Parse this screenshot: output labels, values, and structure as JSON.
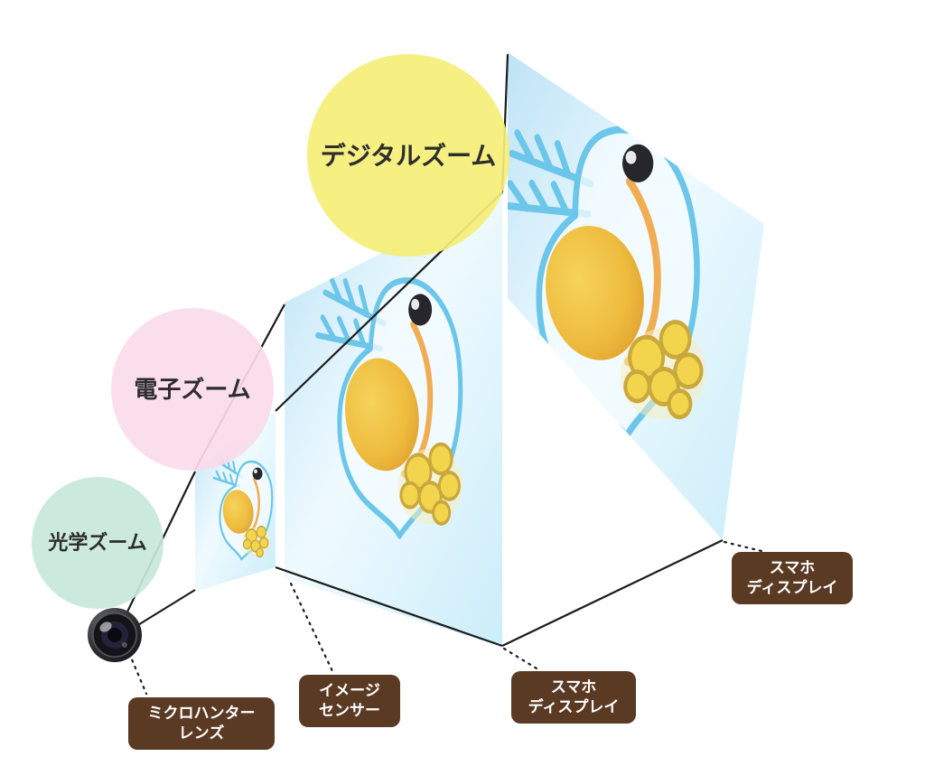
{
  "background": "#ffffff",
  "zoom_stages": [
    {
      "id": "optical-zoom",
      "label": "光学ズーム",
      "color": "#c7e8da"
    },
    {
      "id": "electronic-zoom",
      "label": "電子ズーム",
      "color": "#fadbe9"
    },
    {
      "id": "digital-zoom",
      "label": "デジタルズーム",
      "color": "#f5ee77"
    }
  ],
  "component_labels": [
    {
      "id": "micro-hunter-lens",
      "line1": "ミクロハンター",
      "line2": "レンズ"
    },
    {
      "id": "image-sensor",
      "line1": "イメージ",
      "line2": "センサー"
    },
    {
      "id": "smartphone-display-1",
      "line1": "スマホ",
      "line2": "ディスプレイ"
    },
    {
      "id": "smartphone-display-2",
      "line1": "スマホ",
      "line2": "ディスプレイ"
    }
  ],
  "colors": {
    "label_bg": "#5b3a24",
    "label_text": "#ffffff",
    "stage_text": "#2d2d2d",
    "line": "#1c1c1c",
    "screen_tint": "#bfe4f6",
    "daphnia_outline": "#6cc6e9"
  }
}
